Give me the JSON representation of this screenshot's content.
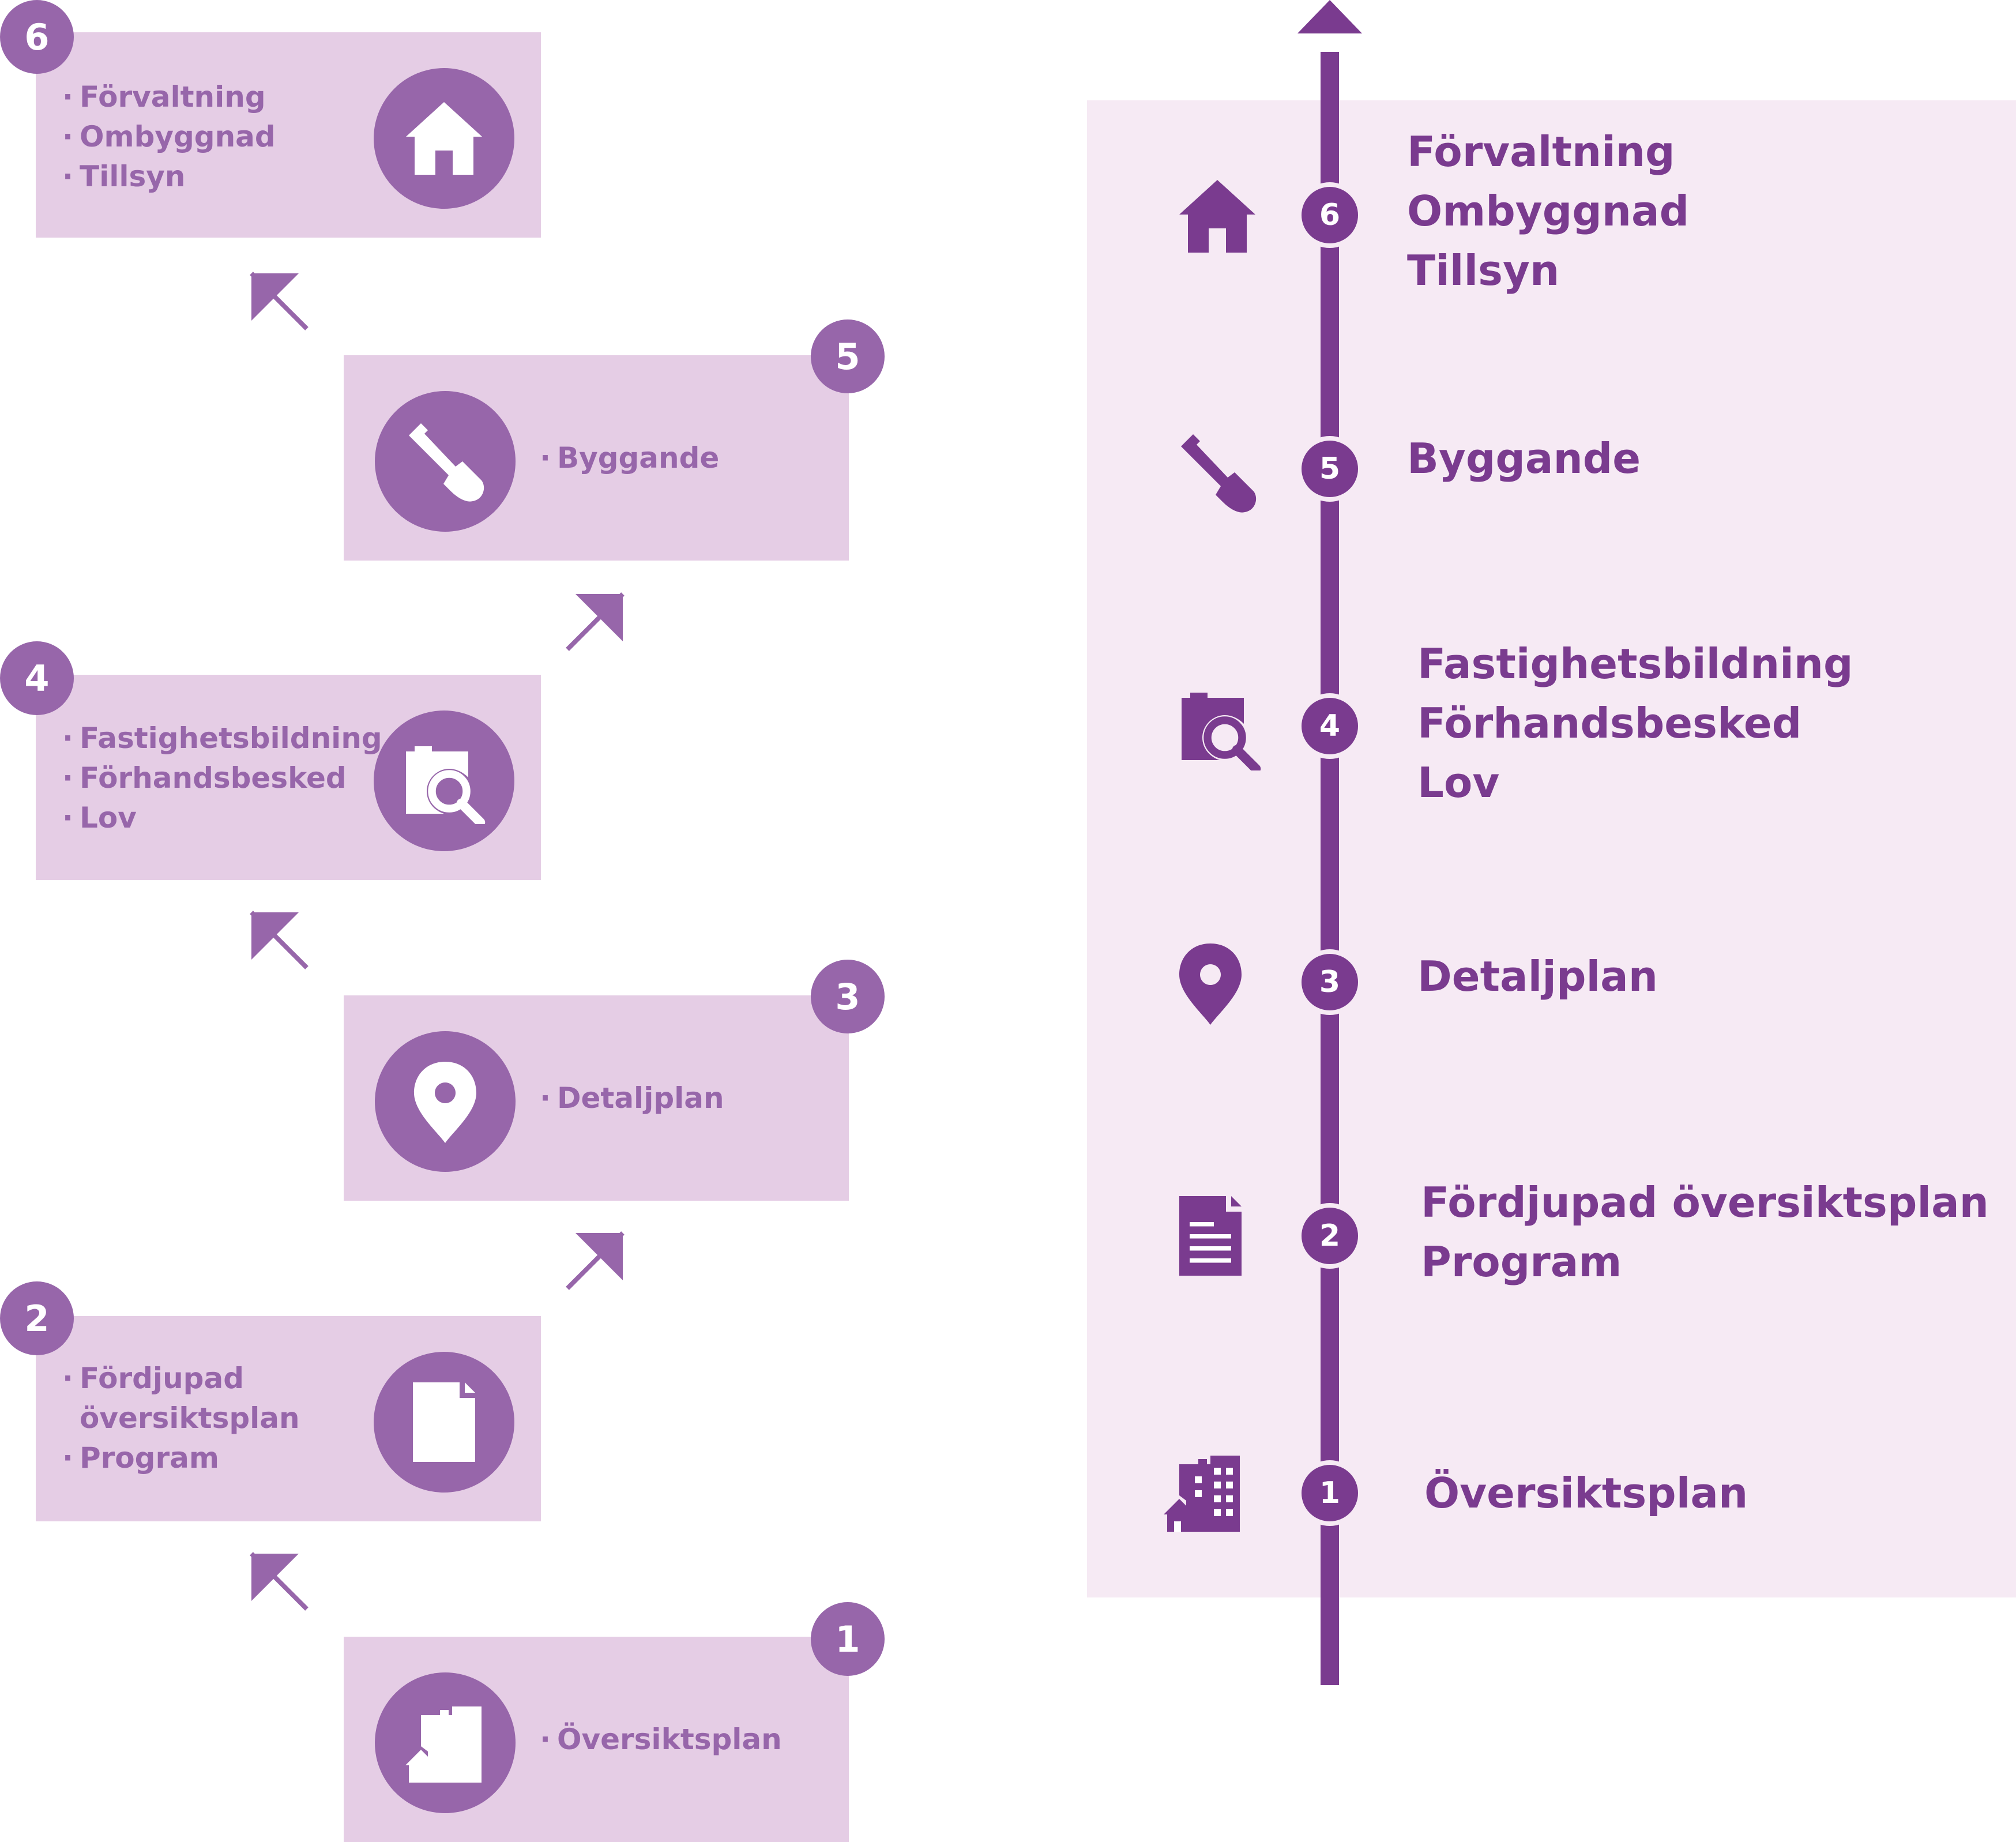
{
  "colors": {
    "card_bg": "#e5cde5",
    "card_accent": "#9766aa",
    "panel_bg": "#f6eaf4",
    "timeline": "#7a3b8f",
    "icon_fill": "#ffffff"
  },
  "flow": {
    "steps": [
      {
        "number": "1",
        "icon": "buildings-icon",
        "items": [
          "Översiktsplan"
        ]
      },
      {
        "number": "2",
        "icon": "document-icon",
        "items": [
          "Fördjupad",
          "översiktsplan",
          "Program"
        ]
      },
      {
        "number": "3",
        "icon": "map-pin-icon",
        "items": [
          "Detaljplan"
        ]
      },
      {
        "number": "4",
        "icon": "property-search-icon",
        "items": [
          "Fastighetsbildning",
          "Förhandsbesked",
          "Lov"
        ]
      },
      {
        "number": "5",
        "icon": "shovel-icon",
        "items": [
          "Byggande"
        ]
      },
      {
        "number": "6",
        "icon": "house-icon",
        "items": [
          "Förvaltning",
          "Ombyggnad",
          "Tillsyn"
        ]
      }
    ]
  },
  "timeline": {
    "steps": [
      {
        "number": "6",
        "icon": "house-icon",
        "lines": [
          "Förvaltning",
          "Ombyggnad",
          "Tillsyn"
        ]
      },
      {
        "number": "5",
        "icon": "shovel-icon",
        "lines": [
          "Byggande"
        ]
      },
      {
        "number": "4",
        "icon": "property-search-icon",
        "lines": [
          "Fastighetsbildning",
          "Förhandsbesked",
          "Lov"
        ]
      },
      {
        "number": "3",
        "icon": "map-pin-icon",
        "lines": [
          "Detaljplan"
        ]
      },
      {
        "number": "2",
        "icon": "document-icon",
        "lines": [
          "Fördjupad översiktsplan",
          "Program"
        ]
      },
      {
        "number": "1",
        "icon": "buildings-icon",
        "lines": [
          "Översiktsplan"
        ]
      }
    ]
  }
}
